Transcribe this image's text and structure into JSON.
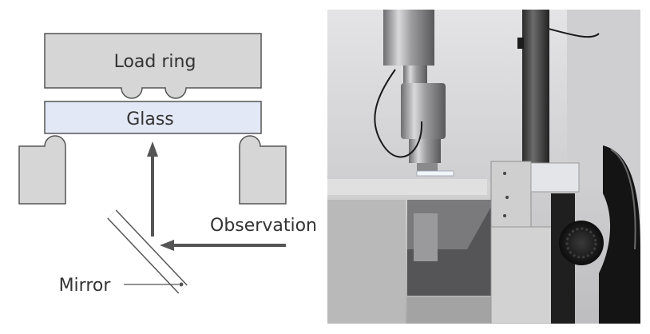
{
  "diagram": {
    "labels": {
      "load_ring": "Load ring",
      "glass": "Glass",
      "observation": "Observation",
      "mirror": "Mirror"
    },
    "colors": {
      "fixture_fill": "#d6d6d6",
      "glass_fill": "#e2e8f5",
      "outline": "#555555",
      "arrow": "#555555"
    }
  },
  "photo": {
    "content": "photograph of ring-on-ring test setup"
  }
}
